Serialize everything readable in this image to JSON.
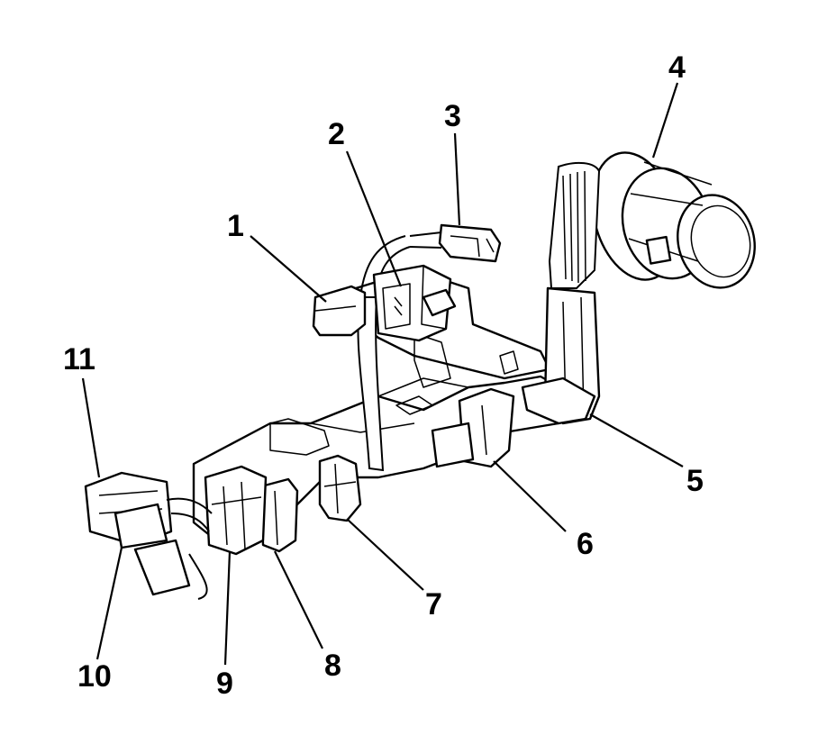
{
  "diagram": {
    "colors": {
      "ink": "#000000",
      "paper": "#ffffff"
    },
    "callouts": [
      {
        "id": "1",
        "label": "1"
      },
      {
        "id": "2",
        "label": "2"
      },
      {
        "id": "3",
        "label": "3"
      },
      {
        "id": "4",
        "label": "4"
      },
      {
        "id": "5",
        "label": "5"
      },
      {
        "id": "6",
        "label": "6"
      },
      {
        "id": "7",
        "label": "7"
      },
      {
        "id": "8",
        "label": "8"
      },
      {
        "id": "9",
        "label": "9"
      },
      {
        "id": "10",
        "label": "10"
      },
      {
        "id": "11",
        "label": "11"
      }
    ]
  }
}
